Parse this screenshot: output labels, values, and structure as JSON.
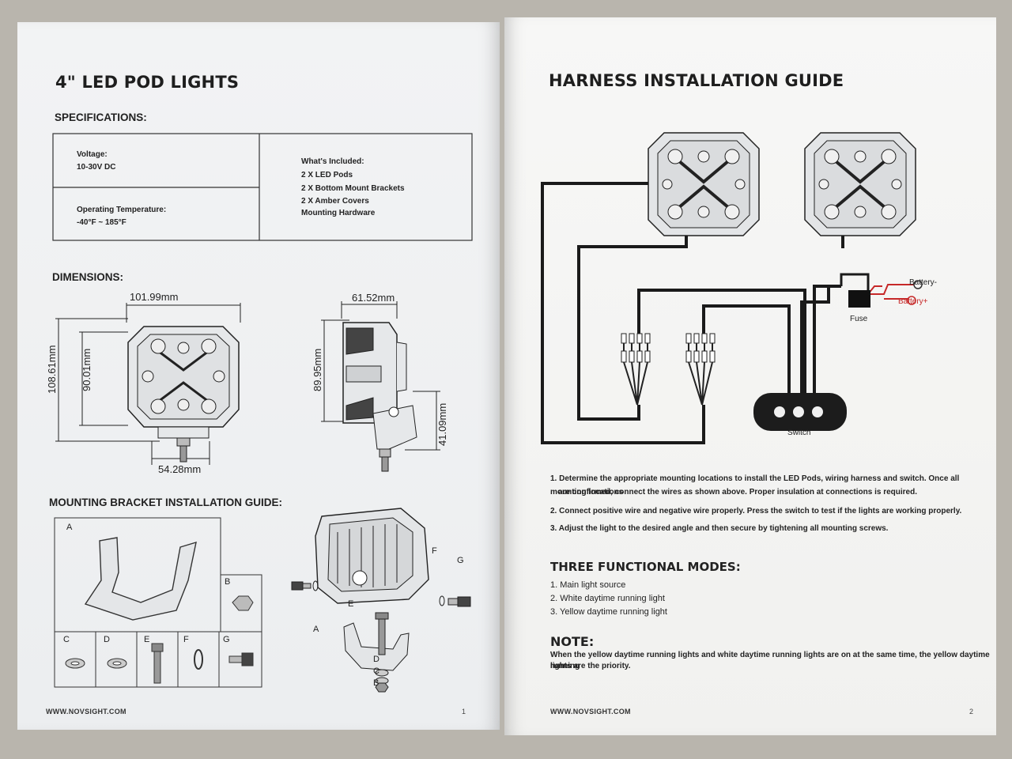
{
  "left": {
    "title": "4\" LED POD LIGHTS",
    "specifications_heading": "SPECIFICATIONS:",
    "voltage_label": "Voltage:",
    "voltage_value": "10-30V DC",
    "temp_label": "Operating Temperature:",
    "temp_value": "-40°F ~ 185°F",
    "included_heading": "What's Included:",
    "included_items": [
      "2 X LED Pods",
      "2 X Bottom Mount Brackets",
      "2 X Amber Covers",
      "Mounting Hardware"
    ],
    "dimensions_heading": "DIMENSIONS:",
    "dims": {
      "width": "101.99mm",
      "height_outer": "108.61mm",
      "height_inner": "90.01mm",
      "base": "54.28mm",
      "depth": "61.52mm",
      "side_height": "89.95mm",
      "bracket_height": "41.09mm"
    },
    "mounting_heading": "MOUNTING BRACKET INSTALLATION GUIDE:",
    "part_labels": [
      "A",
      "B",
      "C",
      "D",
      "E",
      "F",
      "G"
    ],
    "exploded_labels": [
      "E",
      "A",
      "D",
      "C",
      "B",
      "F",
      "G"
    ],
    "footer": "WWW.NOVSIGHT.COM",
    "page_number": "1"
  },
  "right": {
    "title": "HARNESS INSTALLATION GUIDE",
    "battery_neg": "Battery-",
    "battery_pos": "Battery+",
    "fuse": "Fuse",
    "switch": "Switch",
    "steps": [
      "1. Determine the appropriate mounting locations to install the LED Pods, wiring harness and switch. Once all mounting  locations",
      "are confirmed, connect the wires as shown above. Proper insulation at connections is required.",
      "2. Connect positive wire and negative wire properly. Press the switch to test if the lights are working properly.",
      "3. Adjust the light to the desired angle and then secure by tightening all mounting screws."
    ],
    "modes_heading": "THREE FUNCTIONAL MODES:",
    "modes": [
      "1. Main light source",
      "2. White daytime running light",
      "3. Yellow daytime running light"
    ],
    "note_heading": "NOTE:",
    "note_lines": [
      "When the yellow daytime running lights and white daytime running lights are on at the same time, the yellow daytime running",
      "lights are the priority."
    ],
    "footer": "WWW.NOVSIGHT.COM",
    "page_number": "2"
  },
  "colors": {
    "page": "#f2f3f4",
    "ink": "#222222",
    "red_wire": "#c62828",
    "background": "#b9b5ad"
  }
}
